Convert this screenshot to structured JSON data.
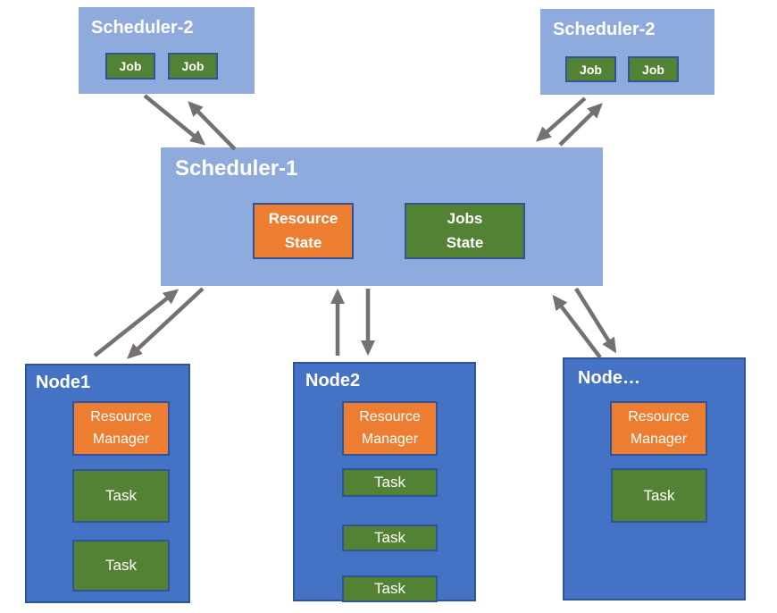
{
  "scheduler2_left": {
    "title": "Scheduler-2",
    "jobs": [
      "Job",
      "Job"
    ]
  },
  "scheduler2_right": {
    "title": "Scheduler-2",
    "jobs": [
      "Job",
      "Job"
    ]
  },
  "scheduler1": {
    "title": "Scheduler-1",
    "resource_state": "Resource\nState",
    "jobs_state": "Jobs\nState"
  },
  "nodes": [
    {
      "title": "Node1",
      "resource_manager": "Resource\nManager",
      "tasks": [
        "Task",
        "Task"
      ]
    },
    {
      "title": "Node2",
      "resource_manager": "Resource\nManager",
      "tasks": [
        "Task",
        "Task",
        "Task"
      ]
    },
    {
      "title": "Node…",
      "resource_manager": "Resource\nManager",
      "tasks": [
        "Task"
      ]
    }
  ],
  "connections": [
    "scheduler2-left to scheduler1 (bidirectional)",
    "scheduler2-right to scheduler1 (bidirectional)",
    "node1 to scheduler1 (bidirectional)",
    "node2 to scheduler1 (bidirectional)",
    "node3 to scheduler1 (bidirectional)"
  ],
  "colors": {
    "light_blue": "#8FAADC",
    "node_blue": "#4472C4",
    "orange": "#ED7D31",
    "green": "#548235",
    "border_blue": "#2F5597",
    "arrow_gray": "#767171",
    "text_white": "#FFFFFF"
  }
}
